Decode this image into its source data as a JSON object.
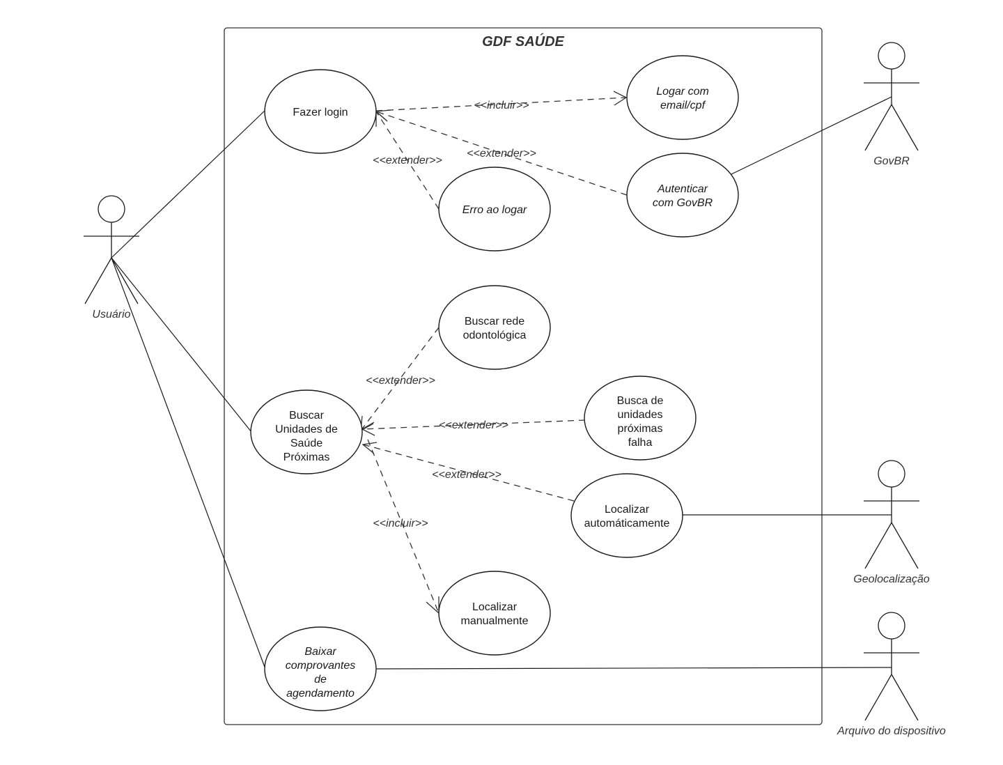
{
  "system": {
    "title": "GDF SAÚDE"
  },
  "actors": {
    "usuario": "Usuário",
    "govbr": "GovBR",
    "geolocalizacao": "Geolocalização",
    "arquivo": "Arquivo do dispositivo"
  },
  "use_cases": {
    "fazer_login": [
      "Fazer login"
    ],
    "logar_email": [
      "Logar com",
      "email/cpf"
    ],
    "autenticar_govbr": [
      "Autenticar",
      "com GovBR"
    ],
    "erro_logar": [
      "Erro ao logar"
    ],
    "buscar_odonto": [
      "Buscar rede",
      "odontológica"
    ],
    "buscar_unidades": [
      "Buscar",
      "Unidades de",
      "Saúde",
      "Próximas"
    ],
    "busca_falha": [
      "Busca de",
      "unidades",
      "próximas",
      "falha"
    ],
    "localizar_auto": [
      "Localizar",
      "automáticamente"
    ],
    "localizar_manual": [
      "Localizar",
      "manualmente"
    ],
    "baixar_comprovantes": [
      "Baixar",
      "comprovantes",
      "de",
      "agendamento"
    ]
  },
  "relations": {
    "incluir_login": "<<incluir>>",
    "extender_erro": "<<extender>>",
    "extender_govbr": "<<extender>>",
    "extender_odonto": "<<extender>>",
    "extender_falha": "<<extender>>",
    "extender_auto": "<<extender>>",
    "incluir_manual": "<<incluir>>"
  }
}
